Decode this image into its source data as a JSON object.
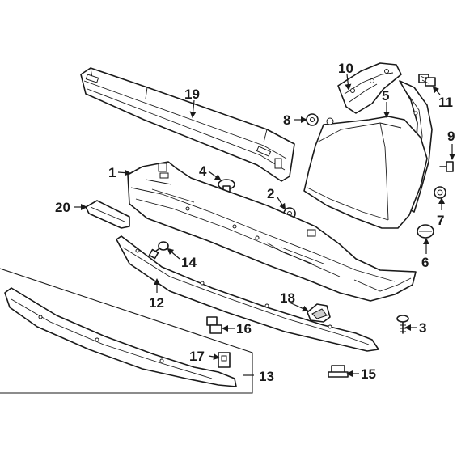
{
  "callouts": {
    "c1": "1",
    "c2": "2",
    "c3": "3",
    "c4": "4",
    "c5": "5",
    "c6": "6",
    "c7": "7",
    "c8": "8",
    "c9": "9",
    "c10": "10",
    "c11": "11",
    "c12": "12",
    "c13": "13",
    "c14": "14",
    "c15": "15",
    "c16": "16",
    "c17": "17",
    "c18": "18",
    "c19": "19",
    "c20": "20"
  },
  "colors": {
    "line": "#1a1a1a",
    "background": "#ffffff",
    "shade": "#cfcfcf"
  }
}
